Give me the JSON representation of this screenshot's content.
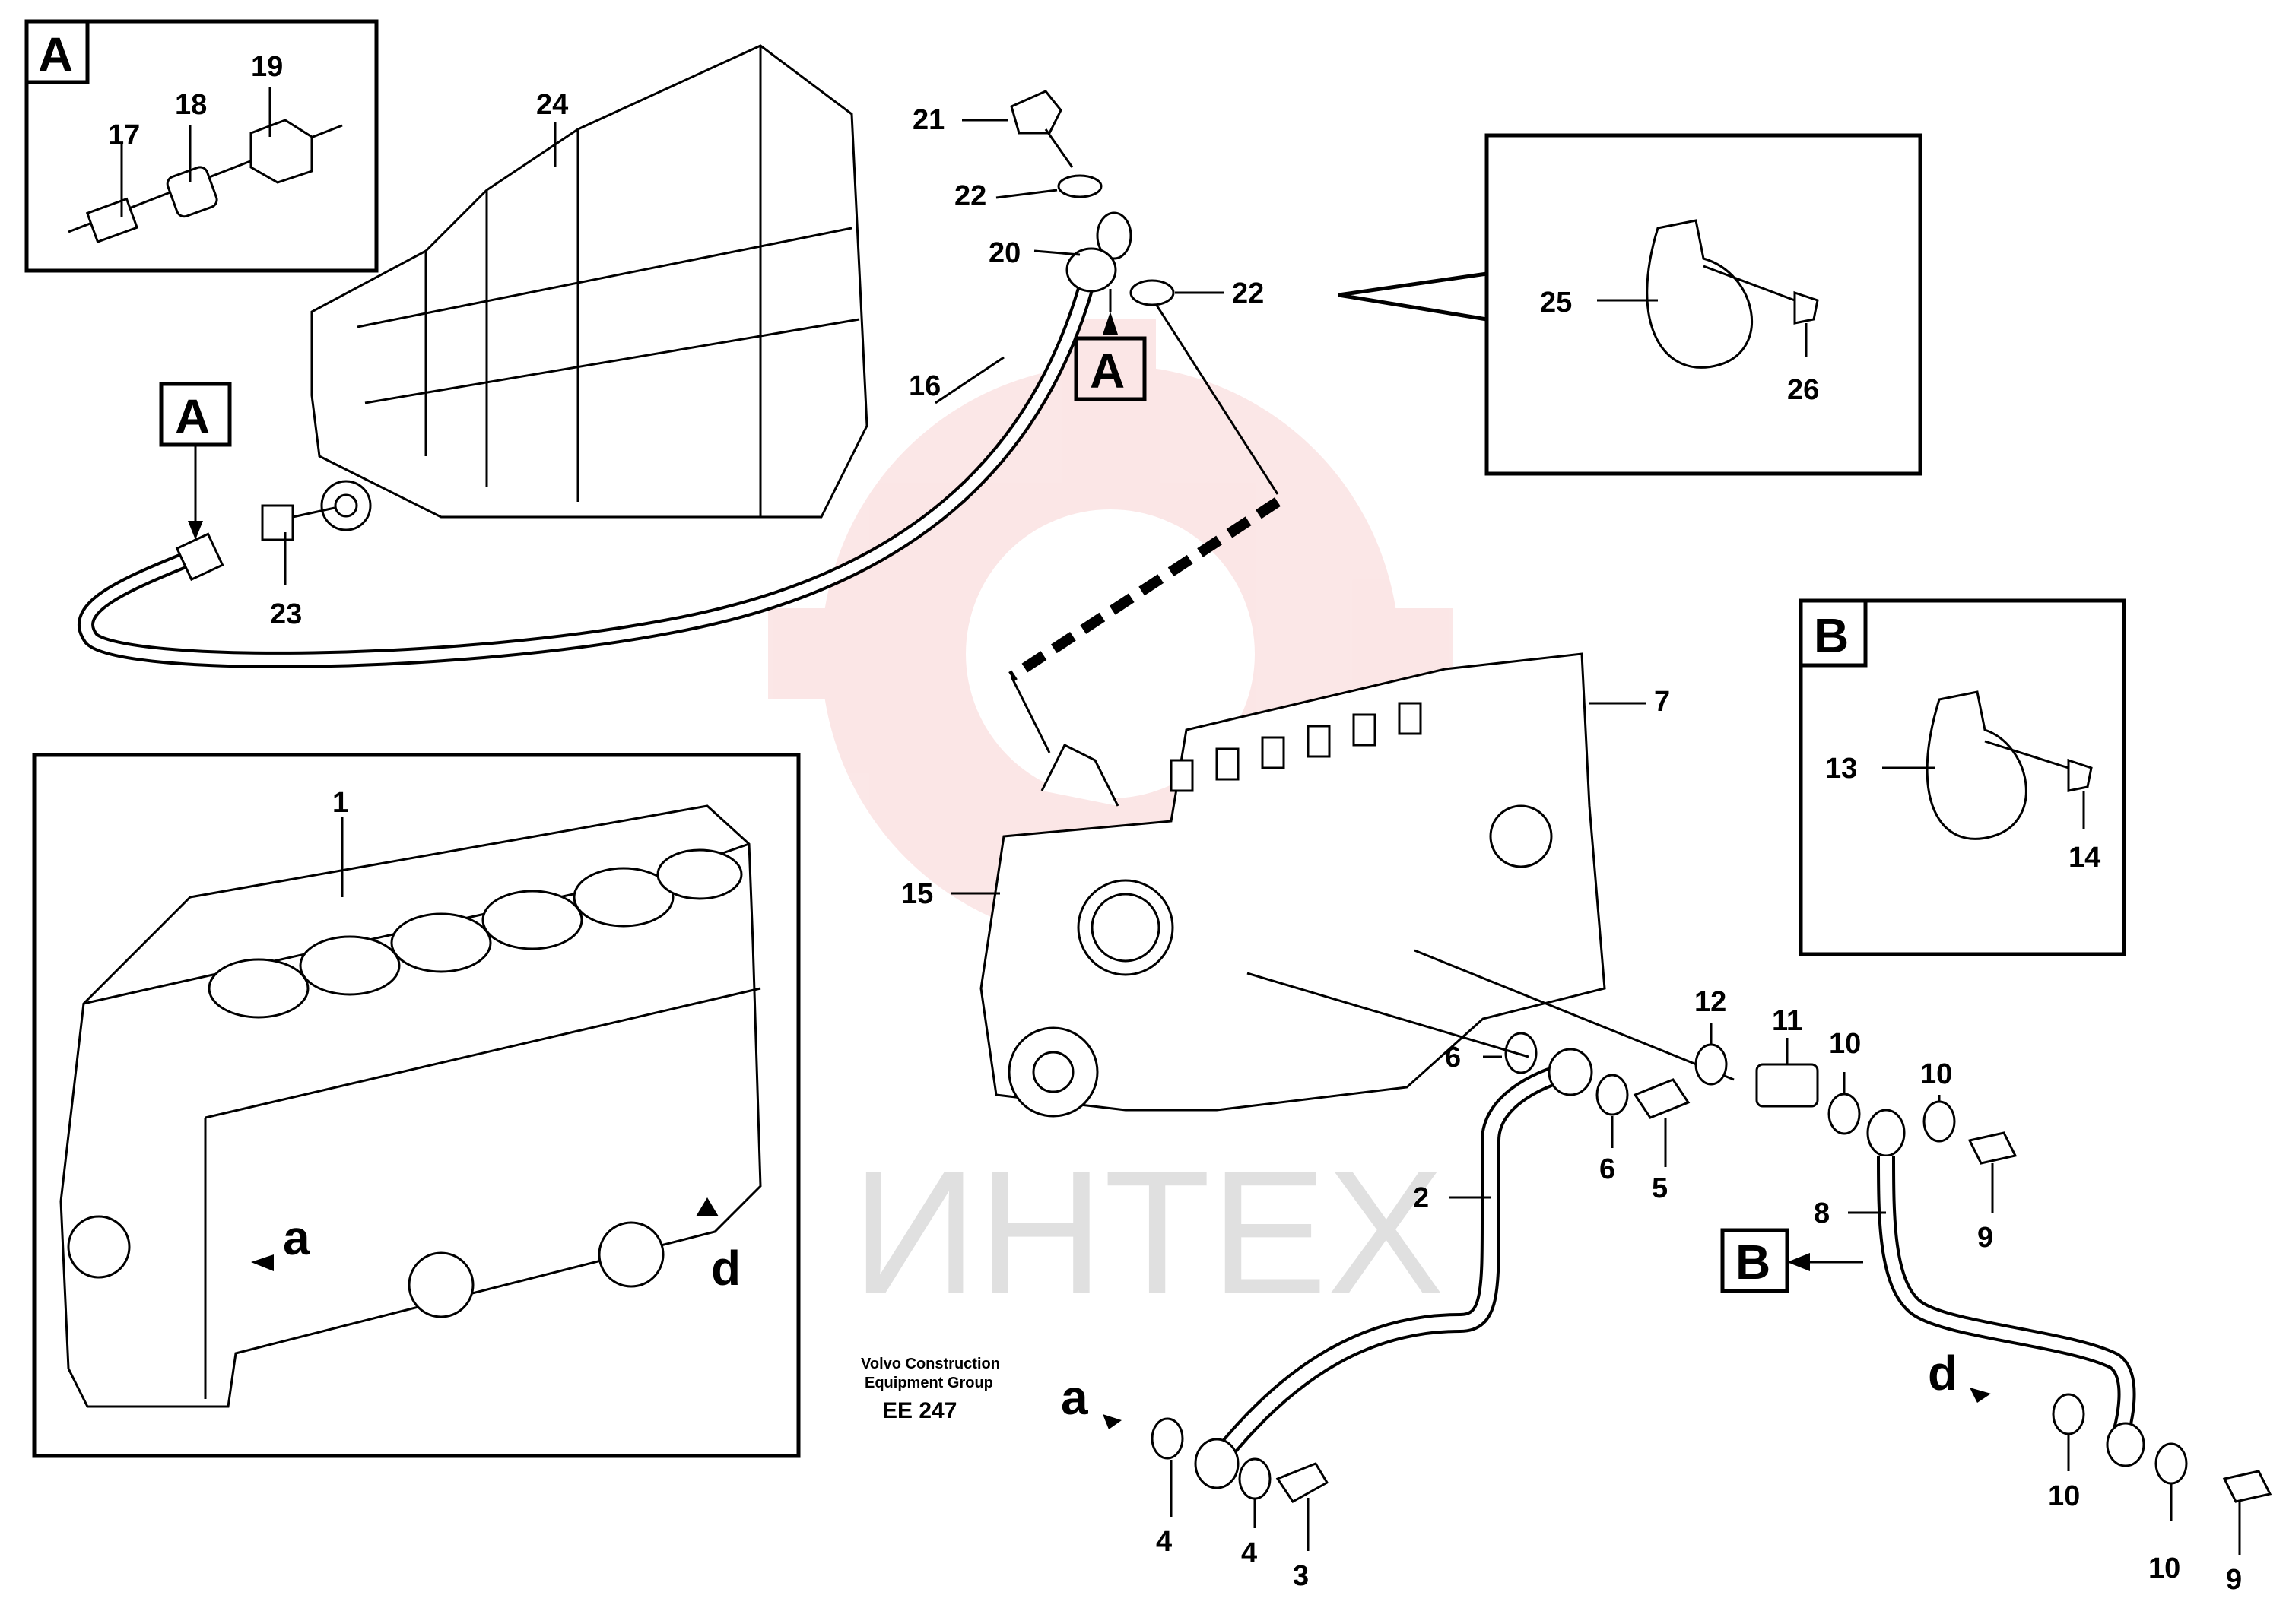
{
  "watermark": {
    "text": "ИНТЕХ",
    "color": "#d9d9d9",
    "logo_color": "#f4b9b9"
  },
  "publisher": {
    "line1": "Volvo Construction",
    "line2": "Equipment Group",
    "code": "EE 247"
  },
  "detail_boxes": {
    "a_label": "A",
    "b_label": "B"
  },
  "markers": {
    "a_upper": "A",
    "a_left": "A",
    "b_lower": "B",
    "a_small": "a",
    "d_small": "d",
    "a_small2": "a",
    "d_small2": "d"
  },
  "callouts": {
    "p1": "1",
    "p2": "2",
    "p3": "3",
    "p4a": "4",
    "p4b": "4",
    "p5": "5",
    "p6a": "6",
    "p6b": "6",
    "p7": "7",
    "p8": "8",
    "p9a": "9",
    "p9b": "9",
    "p10a": "10",
    "p10b": "10",
    "p10c": "10",
    "p10d": "10",
    "p11": "11",
    "p12": "12",
    "p13": "13",
    "p14": "14",
    "p15": "15",
    "p16": "16",
    "p17": "17",
    "p18": "18",
    "p19": "19",
    "p20": "20",
    "p21": "21",
    "p22a": "22",
    "p22b": "22",
    "p23": "23",
    "p24": "24",
    "p25": "25",
    "p26": "26"
  }
}
